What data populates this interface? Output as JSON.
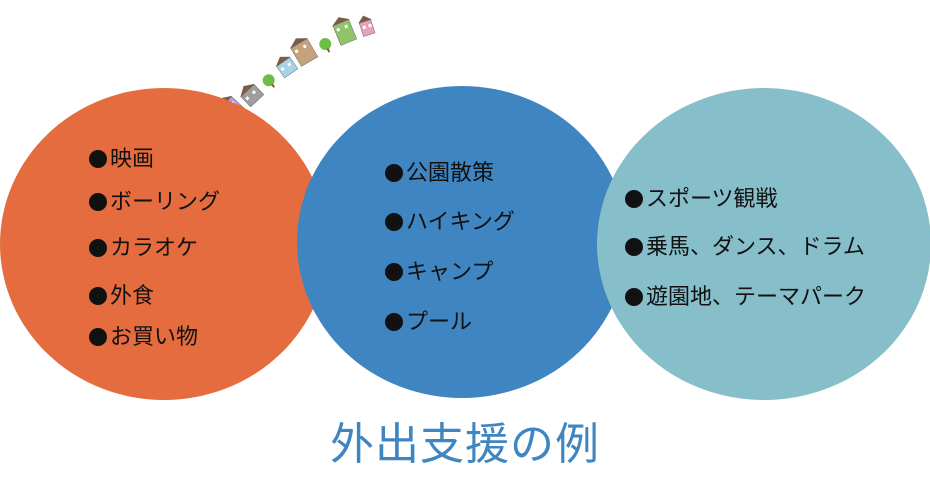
{
  "title": "外出支援の例",
  "groups": [
    {
      "color": "#E46C3F",
      "items": [
        "映画",
        "ボーリング",
        "カラオケ",
        "外食",
        "お買い物"
      ]
    },
    {
      "color": "#3F85C1",
      "items": [
        "公園散策",
        "ハイキング",
        "キャンプ",
        "プール"
      ]
    },
    {
      "color": "#86BEC9",
      "items": [
        "スポーツ観戦",
        "乗馬、ダンス、ドラム",
        "遊園地、テーマパーク"
      ]
    }
  ]
}
